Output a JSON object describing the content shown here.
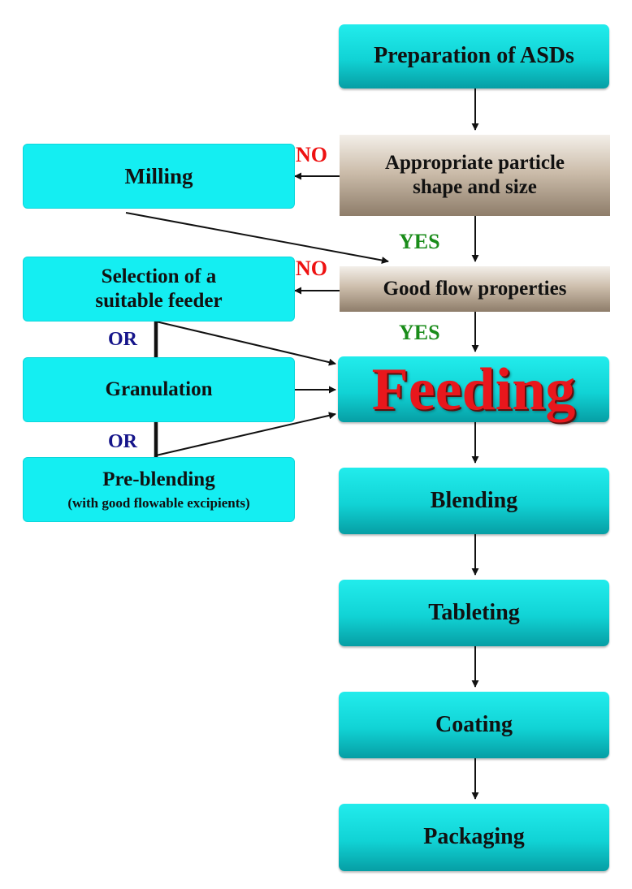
{
  "flow": {
    "preparation": "Preparation of ASDs",
    "particle_line1": "Appropriate particle",
    "particle_line2": "shape and size",
    "flow_props": "Good flow properties",
    "feeding": "Feeding",
    "blending": "Blending",
    "tableting": "Tableting",
    "coating": "Coating",
    "packaging": "Packaging"
  },
  "remedies": {
    "milling": "Milling",
    "feeder_line1": "Selection of a",
    "feeder_line2": "suitable feeder",
    "granulation": "Granulation",
    "preblending": "Pre-blending",
    "preblending_note": "(with good flowable excipients)"
  },
  "decisions": {
    "no_1": "NO",
    "no_2": "NO",
    "yes_1": "YES",
    "yes_2": "YES",
    "or_1": "OR",
    "or_2": "OR"
  },
  "colors": {
    "teal": "#13d2d4",
    "cyan": "#14eef2",
    "stone": "#b8a996",
    "feeding_text": "#e8171c",
    "no": "#ee1111",
    "yes": "#1a8c1a",
    "or": "#15148a"
  }
}
